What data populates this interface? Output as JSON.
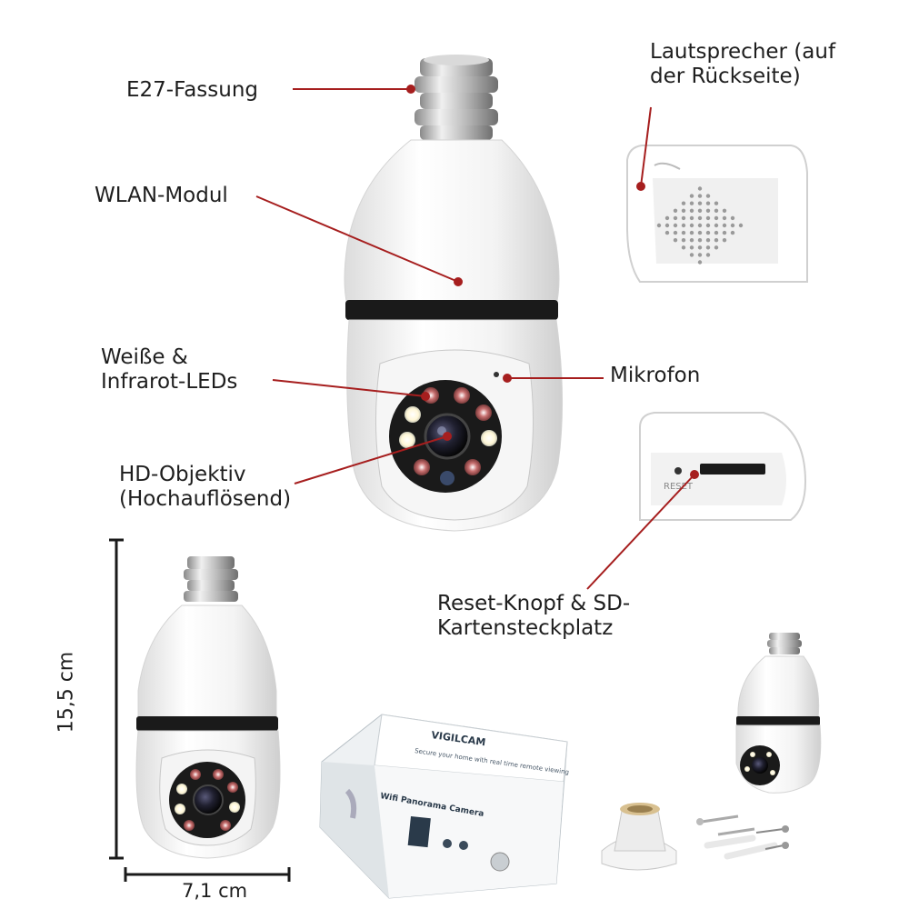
{
  "labels": {
    "e27": "E27-Fassung",
    "wlan": "WLAN-Modul",
    "leds": "Weiße &\nInfrarot-LEDs",
    "hd_lens": "HD-Objektiv\n(Hochauflösend)",
    "microphone": "Mikrofon",
    "speaker": "Lautsprecher (auf\nder Rückseite)",
    "reset_sd": "Reset-Knopf & SD-\nKartensteckplatz"
  },
  "dimensions": {
    "height": "15,5 cm",
    "width": "7,1 cm"
  },
  "box": {
    "brand": "VIGILCAM",
    "tagline": "Secure your home with real time remote viewing",
    "product": "Wifi Panorama Camera"
  },
  "reset_marking": "RESET",
  "colors": {
    "callout_line": "#a61e1e",
    "camera_body": "#f4f4f4",
    "ring_dark": "#1a1a1a",
    "text": "#1e1e1e"
  }
}
